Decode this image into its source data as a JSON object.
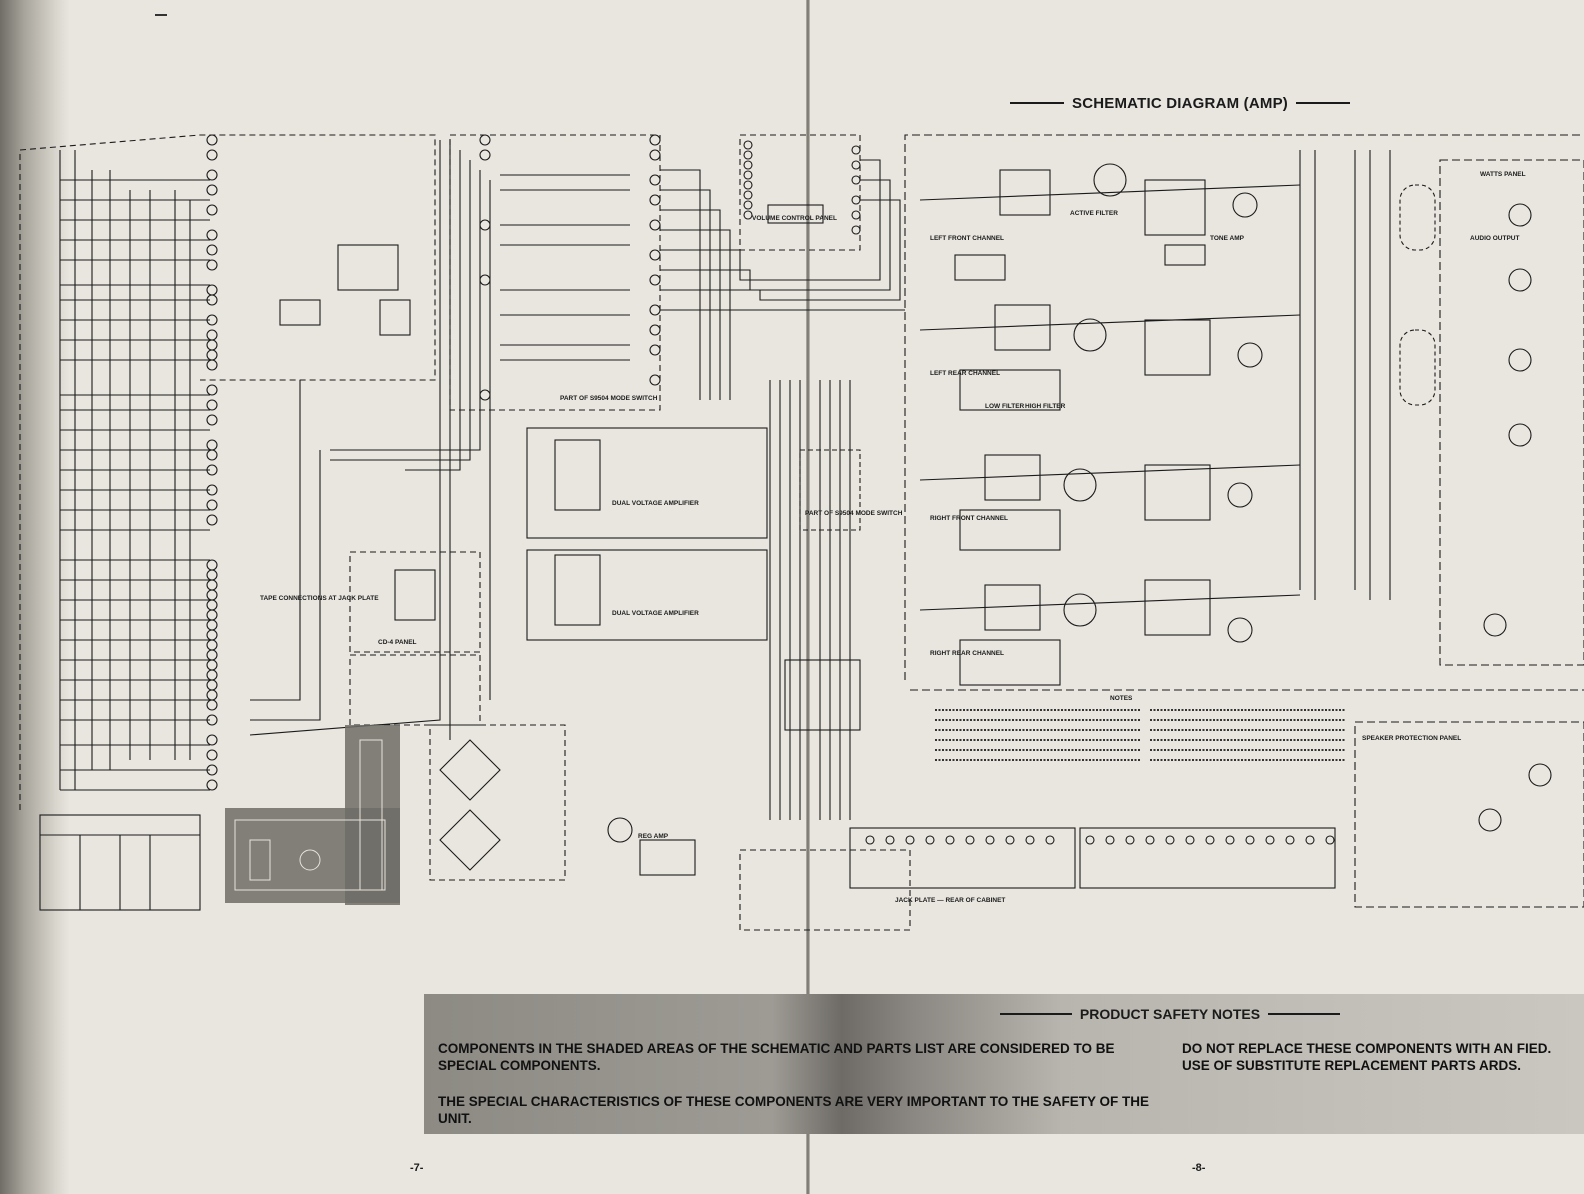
{
  "title": "SCHEMATIC DIAGRAM (AMP)",
  "safety": {
    "heading": "PRODUCT SAFETY NOTES",
    "paragraph1": "COMPONENTS IN THE SHADED AREAS OF THE SCHEMATIC AND PARTS LIST ARE CONSIDERED TO BE SPECIAL COMPONENTS.",
    "paragraph2": "THE SPECIAL CHARACTERISTICS OF THESE COMPONENTS ARE VERY IMPORTANT TO THE SAFETY OF THE UNIT.",
    "paragraph3": "DO NOT REPLACE THESE COMPONENTS WITH AN FIED. USE OF SUBSTITUTE REPLACEMENT PARTS ARDS."
  },
  "pages": {
    "left": "-7-",
    "right": "-8-"
  },
  "labels": {
    "volume_control_panel": "VOLUME CONTROL PANEL",
    "cd4_panel": "CD-4 PANEL",
    "tape_connections": "TAPE CONNECTIONS AT JACK PLATE",
    "jack_plate": "JACK PLATE — REAR OF CABINET",
    "speaker_protection": "SPEAKER PROTECTION PANEL",
    "mode_switch_1": "PART OF S9504 MODE SWITCH",
    "mode_switch_2": "PART OF S9504 MODE SWITCH",
    "left_front": "LEFT FRONT CHANNEL",
    "left_rear": "LEFT REAR CHANNEL",
    "right_front": "RIGHT FRONT CHANNEL",
    "right_rear": "RIGHT REAR CHANNEL",
    "low_filter": "LOW FILTER",
    "high_filter": "HIGH FILTER",
    "notes_heading": "NOTES",
    "reg_amp": "REG AMP",
    "dual_voltage_amp_1": "DUAL VOLTAGE AMPLIFIER",
    "dual_voltage_amp_2": "DUAL VOLTAGE AMPLIFIER",
    "active_filter": "ACTIVE FILTER",
    "tone_amp": "TONE AMP",
    "audio_output": "AUDIO OUTPUT",
    "watts_panel": "WATTS PANEL"
  }
}
